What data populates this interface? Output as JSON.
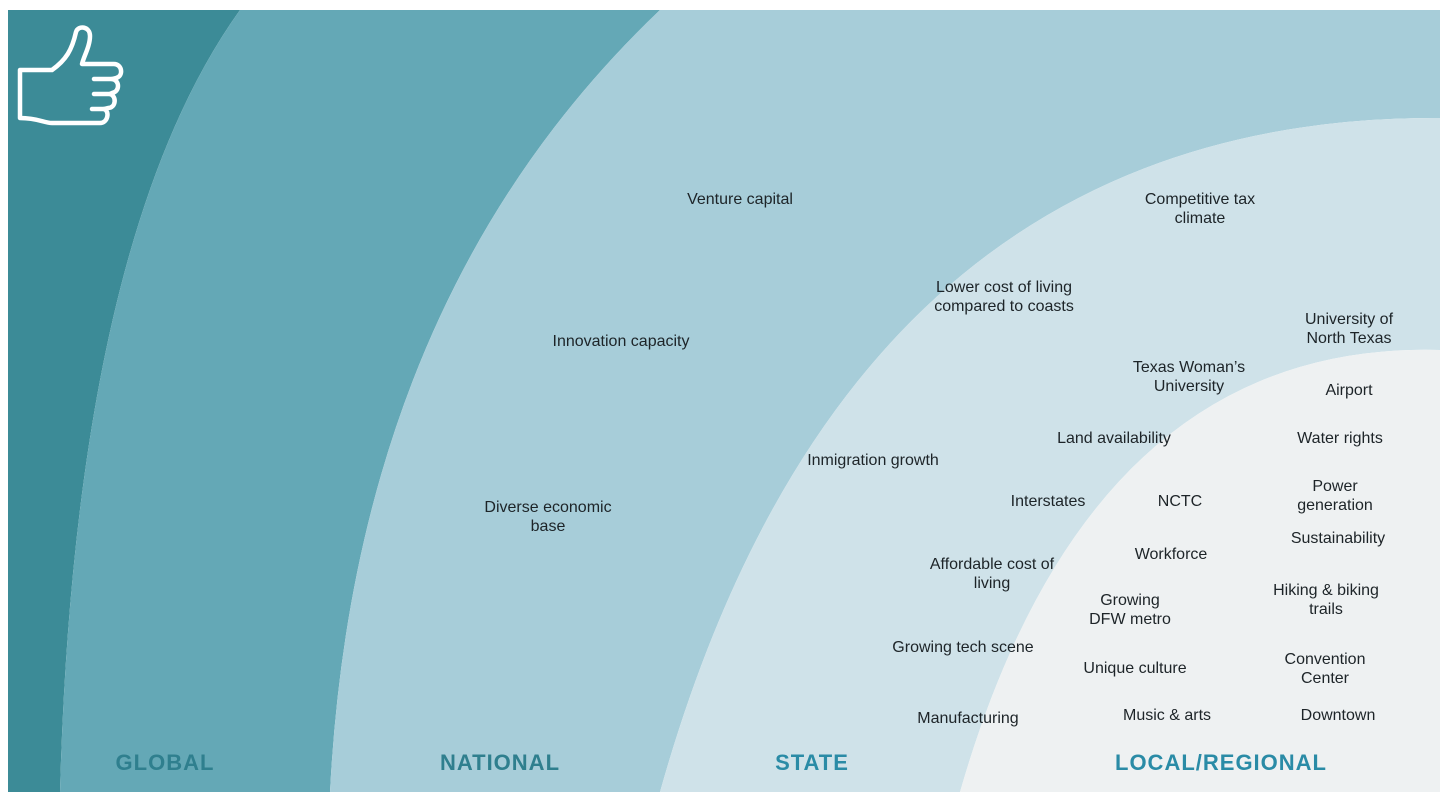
{
  "zones": {
    "global": "GLOBAL",
    "national": "NATIONAL",
    "state": "STATE",
    "local": "LOCAL/REGIONAL"
  },
  "colors": {
    "global_band": "#3c8b97",
    "national_band": "#64a8b6",
    "state_band": "#a7cdd9",
    "local_band": "#cfe2e9",
    "core_band": "#eef1f2",
    "zone_label_dark": "#2f7f8e",
    "zone_label_local": "#2a8ba6",
    "text": "#1d2428",
    "icon_stroke": "#ffffff"
  },
  "icon": "thumbs-up-icon",
  "items": {
    "venture_capital": "Venture capital",
    "innovation_capacity": "Innovation capacity",
    "diverse_economic_base": "Diverse economic\nbase",
    "competitive_tax_climate": "Competitive tax\nclimate",
    "lower_cost_of_living": "Lower cost of living\ncompared to coasts",
    "university_north_texas": "University of\nNorth Texas",
    "texas_womans_university": "Texas Woman’s\nUniversity",
    "airport": "Airport",
    "land_availability": "Land availability",
    "water_rights": "Water rights",
    "inmigration_growth": "Inmigration growth",
    "power_generation": "Power generation",
    "interstates": "Interstates",
    "nctc": "NCTC",
    "sustainability": "Sustainability",
    "workforce": "Workforce",
    "affordable_cost_of_living": "Affordable cost of\nliving",
    "hiking_biking_trails": "Hiking & biking\ntrails",
    "growing_dfw_metro": "Growing\nDFW metro",
    "growing_tech_scene": "Growing tech scene",
    "convention_center": "Convention Center",
    "unique_culture": "Unique culture",
    "manufacturing": "Manufacturing",
    "music_arts": "Music & arts",
    "downtown": "Downtown"
  }
}
